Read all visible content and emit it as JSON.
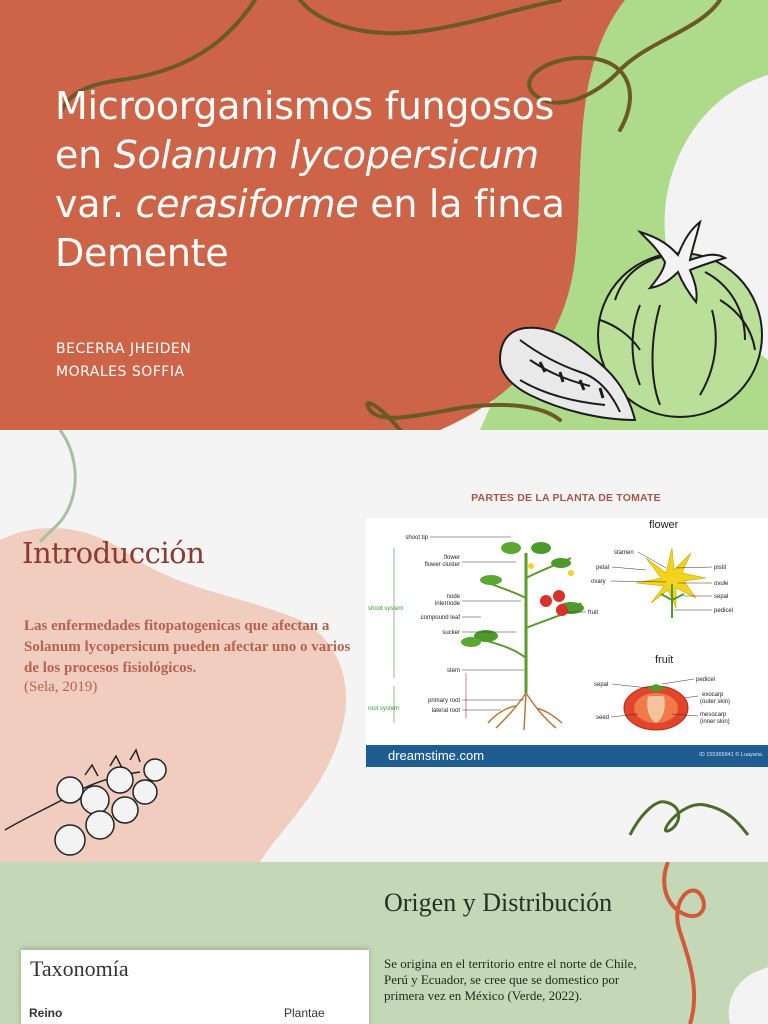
{
  "slide1": {
    "title": {
      "part1": "Microorganismos fungosos en ",
      "italic1": "Solanum lycopersicum",
      "part2": " var. ",
      "italic2": "cerasiforme",
      "part3": " en la finca Demente"
    },
    "authors": [
      "BECERRA JHEIDEN",
      "MORALES SOFFIA"
    ],
    "colors": {
      "orange": "#cd6347",
      "green": "#aedb8a",
      "squiggle": "#6b5a28"
    },
    "illustration": "tomato-sketch"
  },
  "slide2": {
    "heading": "Introducción",
    "paragraph": "Las enfermedades fitopatogenicas que afectan a Solanum lycopersicum pueden afectar uno o varios de los procesos fisiológicos.",
    "citation": "(Sela, 2019)",
    "diagram": {
      "heading": "PARTES DE LA PLANTA DE TOMATE",
      "plant_labels": [
        "shoot tip",
        "flower",
        "flower cluster",
        "node",
        "internode",
        "compound leaf",
        "sucker",
        "stem",
        "primary root",
        "lateral root"
      ],
      "fruit_on_plant": "fruit",
      "system_labels": [
        "shoot system",
        "root system"
      ],
      "flower_title": "flower",
      "flower_labels_left": [
        "stamen",
        "petal",
        "ovary"
      ],
      "flower_labels_right": [
        "pistil",
        "ovule",
        "sepal",
        "pedicel"
      ],
      "fruit_title": "fruit",
      "fruit_labels_left": [
        "sepal",
        "seed"
      ],
      "fruit_labels_right": [
        "pedicel",
        "exocarp",
        "(outer skin)",
        "mesocarp",
        "(inner skin)"
      ],
      "watermark": "dreamstime.com",
      "image_id": "ID 155365841 © Luayana"
    },
    "colors": {
      "blob": "#f0cdbf",
      "heading": "#8a3a2f",
      "body": "#b5624e"
    },
    "illustration": "cherry-tomato-sketch"
  },
  "slide3": {
    "heading": "Origen y Distribución",
    "paragraph": "Se origina en el territorio entre el norte de Chile, Perú y Ecuador, se cree que se domestico por primera vez en México (Verde, 2022).",
    "taxonomy": {
      "heading": "Taxonomía",
      "rows": [
        {
          "key": "Reino",
          "value": "Plantae"
        }
      ]
    },
    "colors": {
      "bg": "#c4d7b6",
      "squiggle": "#d05a3c"
    }
  }
}
